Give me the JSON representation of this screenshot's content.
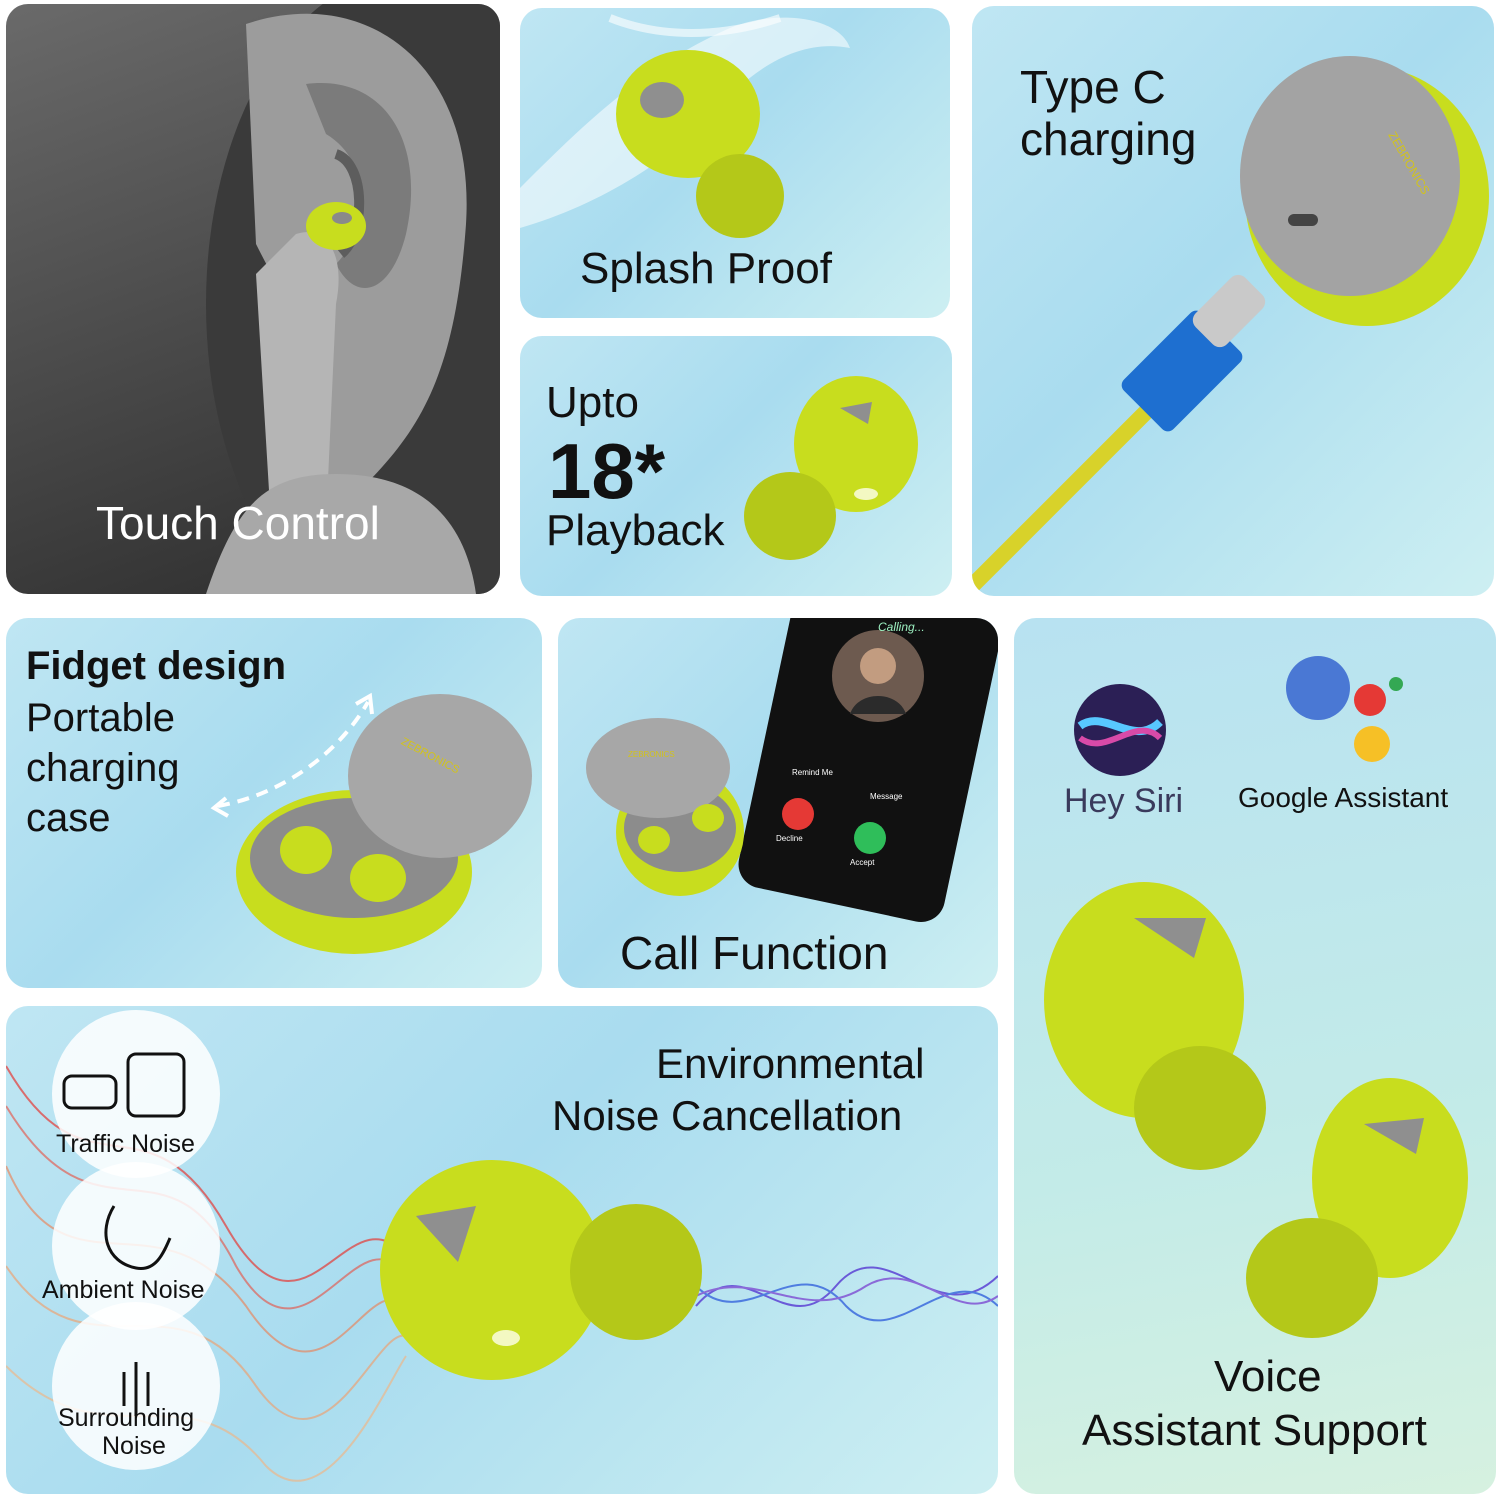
{
  "touch": {
    "label": "Touch Control"
  },
  "splash": {
    "label": "Splash Proof"
  },
  "playback": {
    "line1": "Upto",
    "hours": "18*",
    "line3": "Playback"
  },
  "typec": {
    "line1": "Type C",
    "line2": "charging",
    "brand": "ZEBRONICS"
  },
  "fidget": {
    "title": "Fidget design",
    "line2": "Portable",
    "line3": "charging",
    "line4": "case",
    "brand": "ZEBRONICS"
  },
  "call": {
    "label": "Call Function",
    "status": "Calling...",
    "remind": "Remind Me",
    "message": "Message",
    "decline": "Decline",
    "accept": "Accept",
    "brand": "ZEBRONICS"
  },
  "voice": {
    "siri": "Hey Siri",
    "google": "Google Assistant",
    "line1": "Voice",
    "line2": "Assistant Support"
  },
  "enc": {
    "line1": "Environmental",
    "line2": "Noise Cancellation",
    "traffic": "Traffic Noise",
    "ambient": "Ambient Noise",
    "surround1": "Surrounding",
    "surround2": "Noise"
  },
  "colors": {
    "bud": "#c8dd1e",
    "case_grey": "#9a9a9a",
    "tile_bg": "#b6e0f0",
    "cable_blue": "#1e6fd0",
    "cable_yellow": "#d8d22a"
  }
}
